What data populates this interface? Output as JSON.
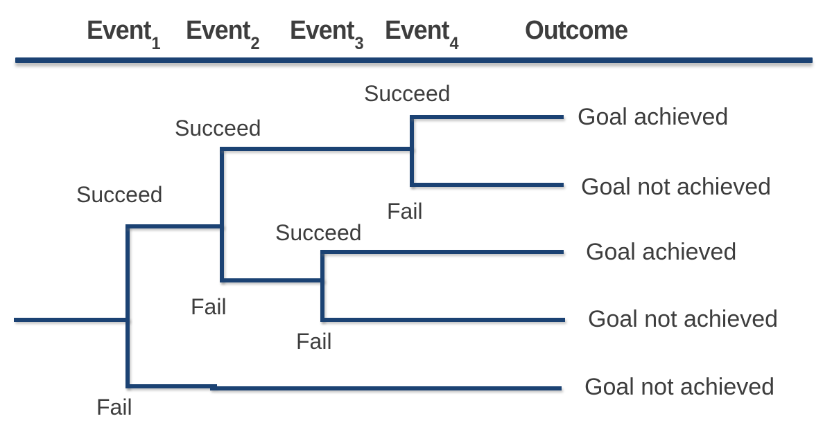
{
  "header": {
    "events": [
      {
        "base": "Event",
        "sub": "1"
      },
      {
        "base": "Event",
        "sub": "2"
      },
      {
        "base": "Event",
        "sub": "3"
      },
      {
        "base": "Event",
        "sub": "4"
      }
    ],
    "outcome": "Outcome"
  },
  "tree": {
    "labels": {
      "e1_succeed": "Succeed",
      "e1_fail": "Fail",
      "e2_succeed": "Succeed",
      "e2_fail": "Fail",
      "e3_succeed": "Succeed",
      "e3_fail": "Fail",
      "e4_succeed": "Succeed",
      "e4_fail": "Fail"
    },
    "outcomes": [
      "Goal achieved",
      "Goal not achieved",
      "Goal achieved",
      "Goal not achieved",
      "Goal not achieved"
    ]
  },
  "colors": {
    "line": "#1b4273",
    "text": "#3d3d3d"
  }
}
